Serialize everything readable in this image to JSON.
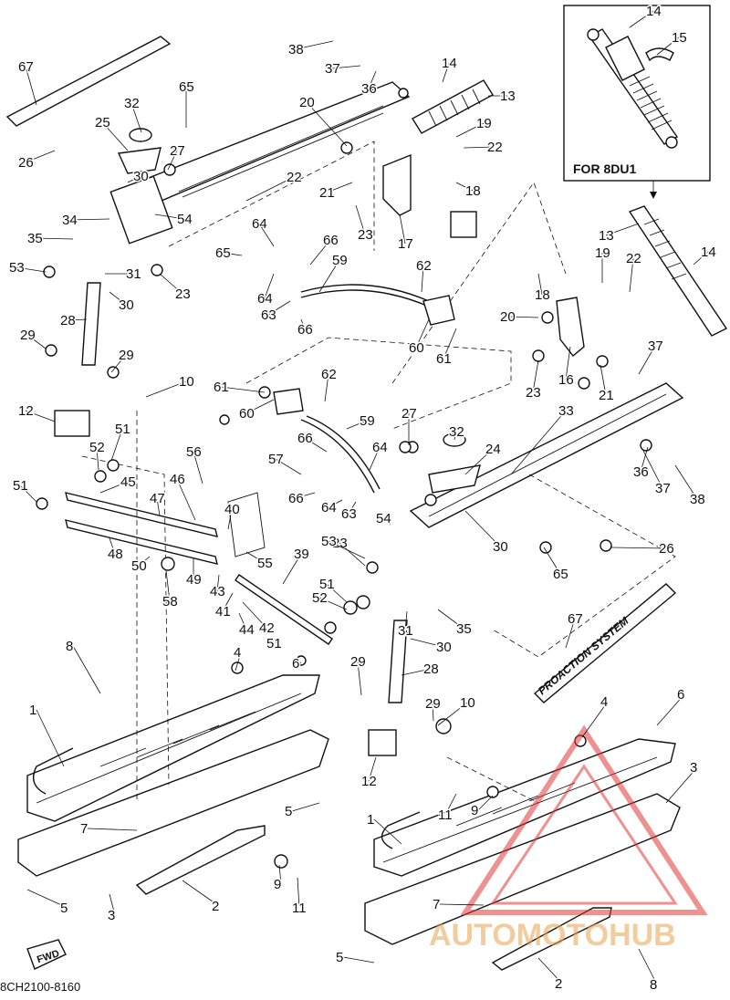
{
  "diagram": {
    "caption": "8CH2100-8160",
    "inset_note": "FOR 8DU1",
    "fwd_mark": "FWD",
    "decal_text": "PROACTION SYSTEM",
    "watermark": "AUTOMOTOHUB",
    "watermark_color": "#e03a36",
    "line_color": "#111111",
    "callouts": [
      "1",
      "1",
      "2",
      "2",
      "3",
      "3",
      "4",
      "4",
      "5",
      "5",
      "5",
      "6",
      "6",
      "7",
      "7",
      "8",
      "8",
      "9",
      "9",
      "10",
      "10",
      "11",
      "11",
      "12",
      "12",
      "13",
      "13",
      "14",
      "14",
      "14",
      "15",
      "16",
      "17",
      "18",
      "18",
      "19",
      "19",
      "20",
      "20",
      "21",
      "21",
      "22",
      "22",
      "22",
      "23",
      "23",
      "23",
      "23",
      "24",
      "25",
      "26",
      "26",
      "27",
      "27",
      "28",
      "28",
      "29",
      "29",
      "29",
      "29",
      "30",
      "30",
      "30",
      "30",
      "31",
      "31",
      "32",
      "32",
      "33",
      "34",
      "35",
      "35",
      "36",
      "36",
      "37",
      "37",
      "37",
      "38",
      "38",
      "39",
      "40",
      "41",
      "42",
      "43",
      "44",
      "45",
      "46",
      "47",
      "48",
      "49",
      "50",
      "51",
      "51",
      "51",
      "51",
      "52",
      "52",
      "53",
      "53",
      "54",
      "54",
      "55",
      "56",
      "57",
      "58",
      "59",
      "59",
      "60",
      "60",
      "61",
      "61",
      "62",
      "62",
      "63",
      "63",
      "64",
      "64",
      "64",
      "64",
      "65",
      "65",
      "65",
      "66",
      "66",
      "66",
      "66",
      "67",
      "67"
    ]
  }
}
